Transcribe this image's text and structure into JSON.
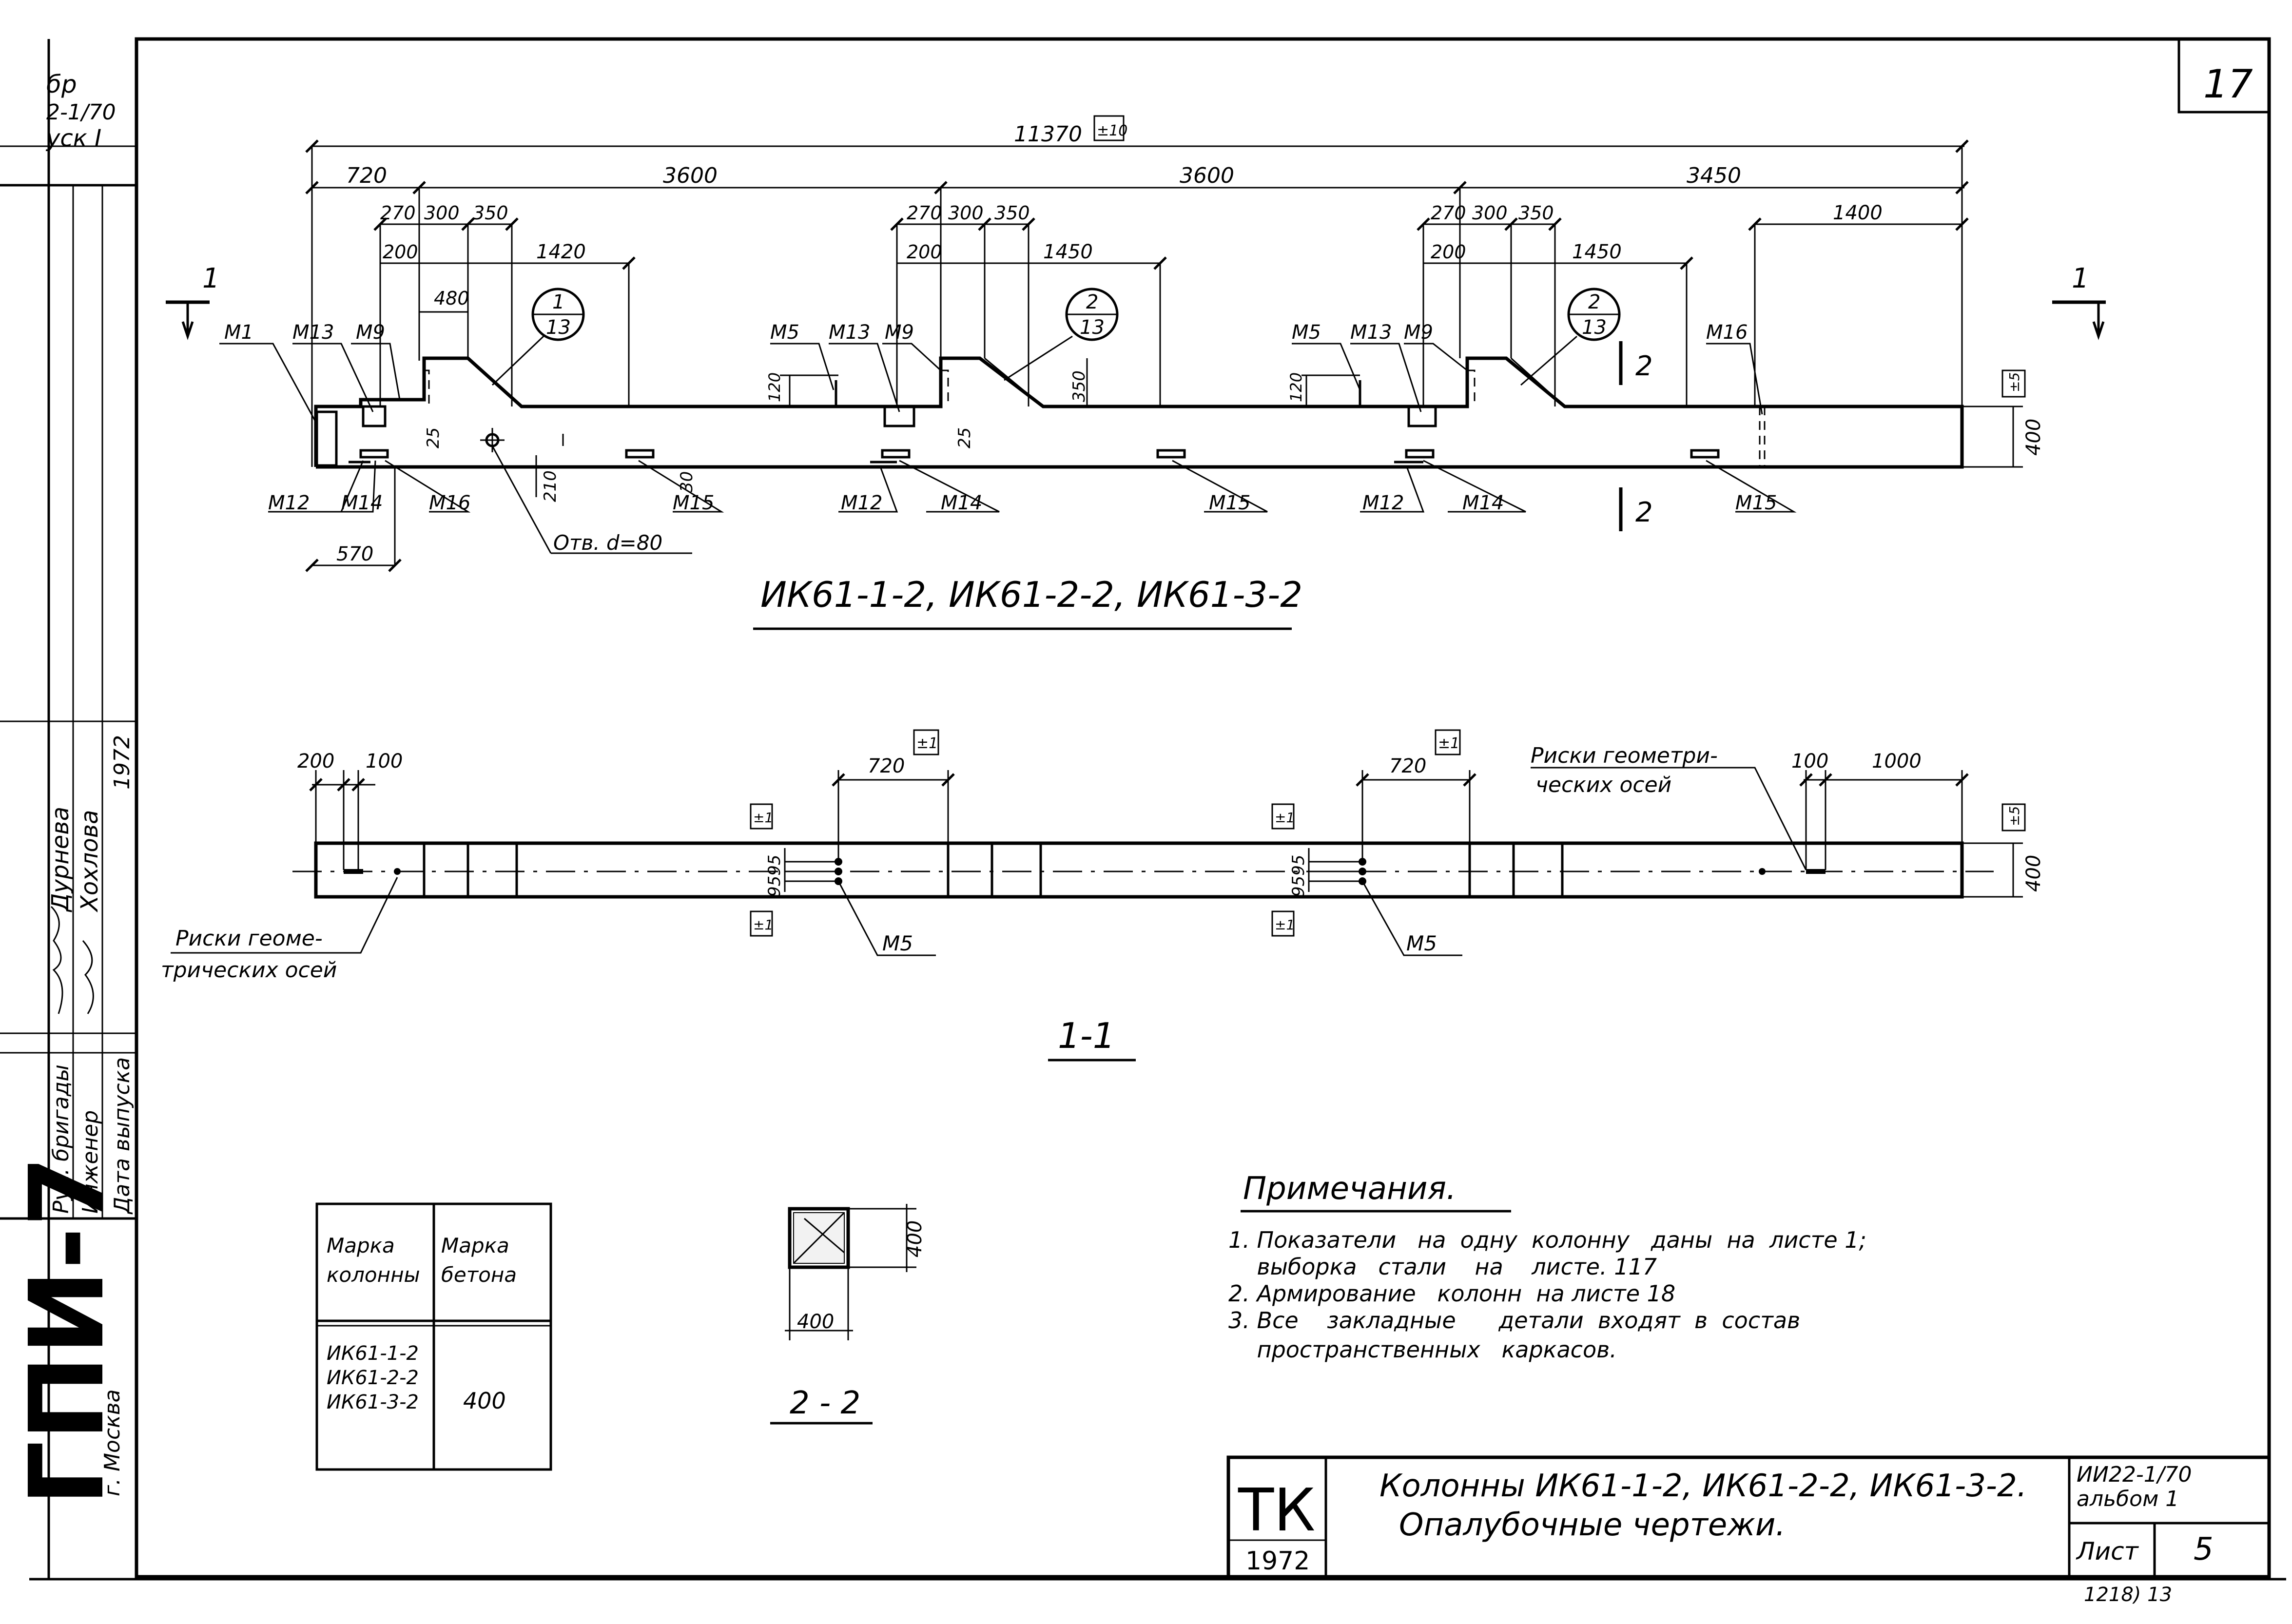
{
  "sheet": {
    "corner_number": "17",
    "stamp_left_top": [
      "бр",
      "2-1/70",
      "уск I"
    ],
    "stamp_roles": [
      "Рук. бригады",
      "Инженер",
      "Дата выпуска"
    ],
    "stamp_names": [
      "Дурнева",
      "Хохлова",
      "1972"
    ],
    "org_name": "ГПИ-7",
    "org_city": "г. Москва",
    "scan_note": "1218) 13"
  },
  "elevation": {
    "title": "ИК61-1-2, ИК61-2-2, ИК61-3-2",
    "total_length": "11370",
    "total_tol": "±10",
    "segments": [
      "720",
      "3600",
      "3600",
      "3450"
    ],
    "seg1_sub": [
      "270",
      "300",
      "350"
    ],
    "seg1_200": "200",
    "seg1_480": "480",
    "seg1_1420": "1420",
    "seg2_sub": [
      "270",
      "300",
      "350"
    ],
    "seg2_200": "200",
    "seg2_1450": "1450",
    "seg3_sub": [
      "270",
      "300",
      "350"
    ],
    "seg3_200": "200",
    "seg3_1450": "1450",
    "seg4_1400": "1400",
    "section_mark": "1",
    "callouts": [
      {
        "top": "1",
        "bottom": "13"
      },
      {
        "top": "2",
        "bottom": "13"
      },
      {
        "top": "2",
        "bottom": "13"
      }
    ],
    "height": "400",
    "height_tol": "±5",
    "labels_top": [
      "М1",
      "М13",
      "М9",
      "М5",
      "М13",
      "М9",
      "М5",
      "М13",
      "М9",
      "М16"
    ],
    "labels_bottom": [
      "М12",
      "М14",
      "М16",
      "М15",
      "М12",
      "М14",
      "М15",
      "М12",
      "М14",
      "М15"
    ],
    "dim_small": [
      "25",
      "210",
      "30",
      "25",
      "120",
      "350",
      "120"
    ],
    "dim_570": "570",
    "hole": "Отв. d=80",
    "section22_mark": "2"
  },
  "plan": {
    "title": "1-1",
    "d200": "200",
    "d100": "100",
    "d720": "720",
    "tol1": "±1",
    "d9595": "9595",
    "d100b": "100",
    "d1000": "1000",
    "height": "400",
    "height_tol": "±5",
    "m5": "М5",
    "left_note": [
      "Риски геоме-",
      "трических осей"
    ],
    "right_note": [
      "Риски геометри-",
      "ческих осей"
    ]
  },
  "table": {
    "headers": [
      [
        "Марка",
        "колонны"
      ],
      [
        "Марка",
        "бетона"
      ]
    ],
    "marks": [
      "ИК61-1-2",
      "ИК61-2-2",
      "ИК61-3-2"
    ],
    "concrete": "400"
  },
  "section22": {
    "title": "2 - 2",
    "dim_h": "400",
    "dim_w": "400"
  },
  "notes": {
    "title": "Примечания.",
    "lines": [
      "1. Показатели   на  одну  колонну   даны  на  листе 1;",
      "    выборка   стали    на    листе. 117",
      "2. Армирование   колонн  на листе 18",
      "3. Все    закладные      детали  входят  в  состав",
      "    пространственных   каркасов."
    ]
  },
  "title_block": {
    "tk": "ТК",
    "year": "1972",
    "title1": "Колонны ИК61-1-2, ИК61-2-2, ИК61-3-2.",
    "title2": "Опалубочные чертежи.",
    "series": "ИИ22-1/70",
    "album": "альбом 1",
    "sheet_label": "Лист",
    "sheet_no": "5"
  }
}
